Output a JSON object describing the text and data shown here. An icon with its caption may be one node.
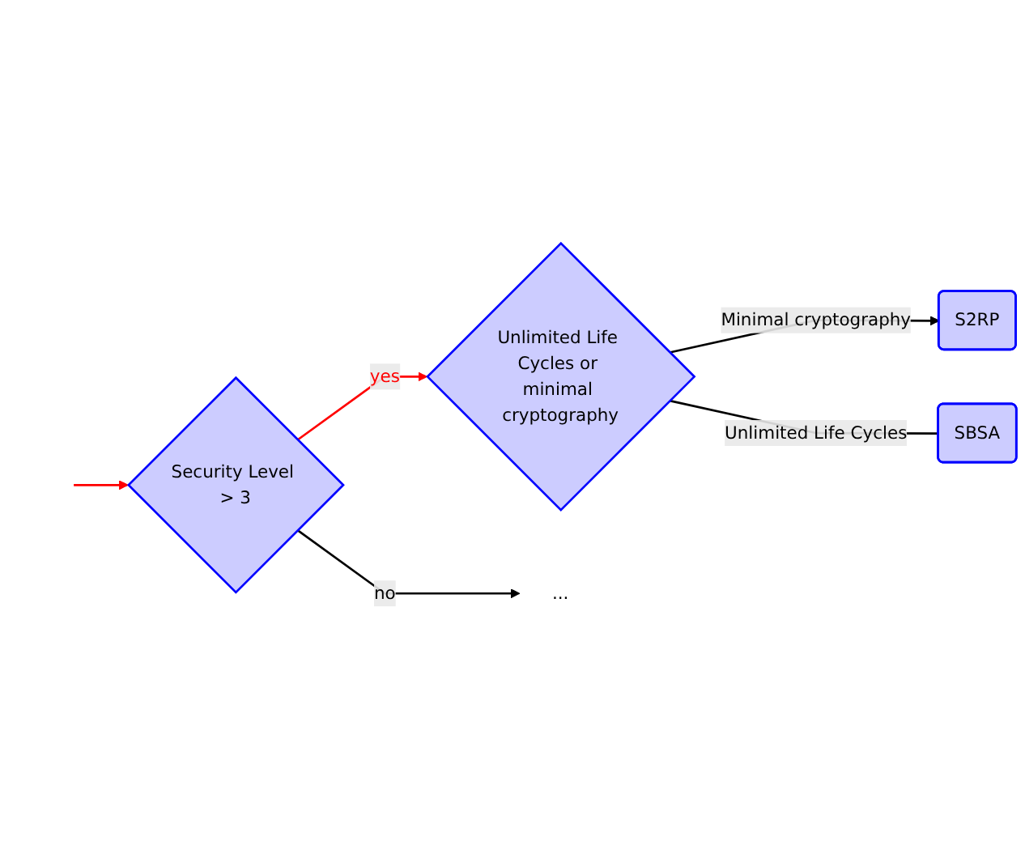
{
  "diagram": {
    "nodes": [
      {
        "text": [
          "Security Level > 3"
        ]
      },
      {
        "text": [
          "Unlimited Life Cycles or minimal cryptography"
        ]
      },
      {
        "text": [
          "S2RP"
        ]
      },
      {
        "text": [
          "SBSA"
        ]
      },
      {
        "text": [
          "..."
        ]
      }
    ],
    "edges": [
      {
        "from": null,
        "to": 0,
        "arrow": "to",
        "color": "#ff0000"
      },
      {
        "from": 0,
        "to": 1,
        "arrow": "to",
        "label": "yes",
        "color": "#ff0000"
      },
      {
        "from": 0,
        "to": 4,
        "arrow": "to",
        "label": "no"
      },
      {
        "from": 1,
        "to": 2,
        "arrow": "to",
        "label": "Minimal cryptography"
      },
      {
        "from": 1,
        "to": 3,
        "arrow": "none",
        "label": "Unlimited Life Cycles"
      }
    ]
  }
}
